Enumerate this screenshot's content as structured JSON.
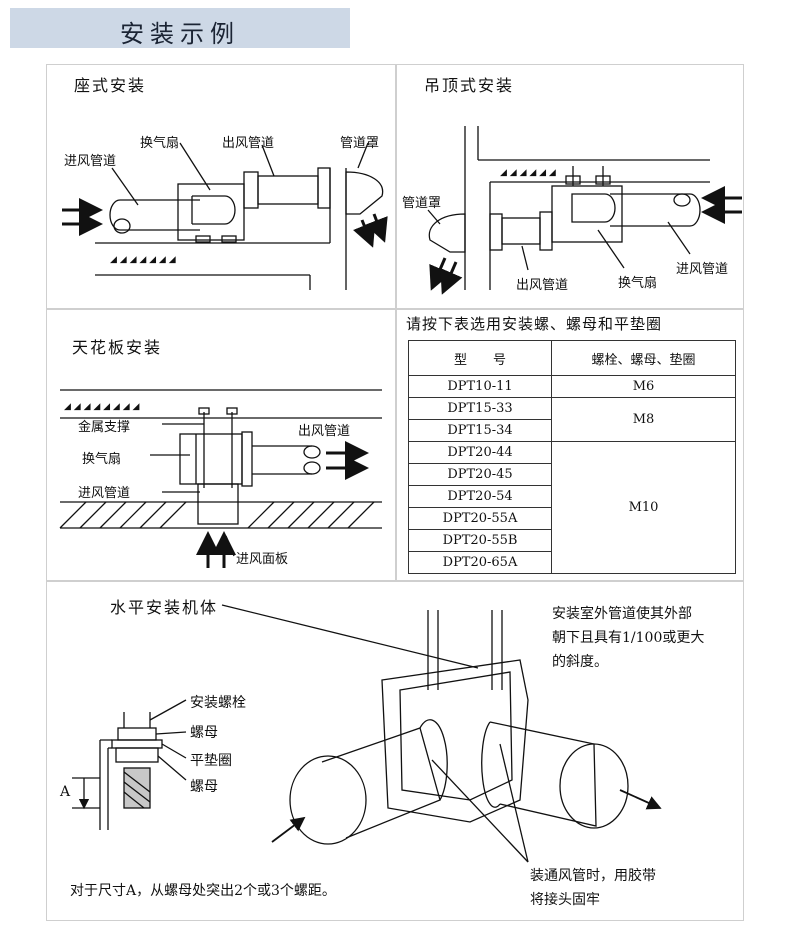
{
  "banner": {
    "title": "安装示例"
  },
  "seat": {
    "title": "座式安装",
    "labels": {
      "intake": "进风管道",
      "fan": "换气扇",
      "outlet": "出风管道",
      "hood": "管道罩"
    }
  },
  "ceiling_hang": {
    "title": "吊顶式安装",
    "labels": {
      "hood": "管道罩",
      "outlet": "出风管道",
      "fan": "换气扇",
      "intake": "进风管道"
    }
  },
  "ceiling_board": {
    "title": "天花板安装",
    "labels": {
      "support": "金属支撑",
      "fan": "换气扇",
      "intake_duct": "进风管道",
      "outlet": "出风管道",
      "intake_panel": "进风面板"
    }
  },
  "spec_table": {
    "caption": "请按下表选用安装螺、螺母和平垫圈",
    "headers": [
      "型　　号",
      "螺栓、螺母、垫圈"
    ],
    "models": [
      "DPT10-11",
      "DPT15-33",
      "DPT15-34",
      "DPT20-44",
      "DPT20-45",
      "DPT20-54",
      "DPT20-55A",
      "DPT20-55B",
      "DPT20-65A"
    ],
    "sizes": [
      "M6",
      "M8",
      "M10"
    ]
  },
  "horizontal": {
    "title": "水平安装机体",
    "outdoor_note": [
      "安装室外管道使其外部",
      "朝下且具有1/100或更大",
      "的斜度。"
    ],
    "bolt": "安装螺栓",
    "nut_top": "螺母",
    "washer": "平垫圈",
    "nut_bottom": "螺母",
    "dim": "A",
    "dim_note": "对于尺寸A，从螺母处突出2个或3个螺距。",
    "tape_note": [
      "装通风管时，用胶带",
      "将接头固牢"
    ]
  }
}
